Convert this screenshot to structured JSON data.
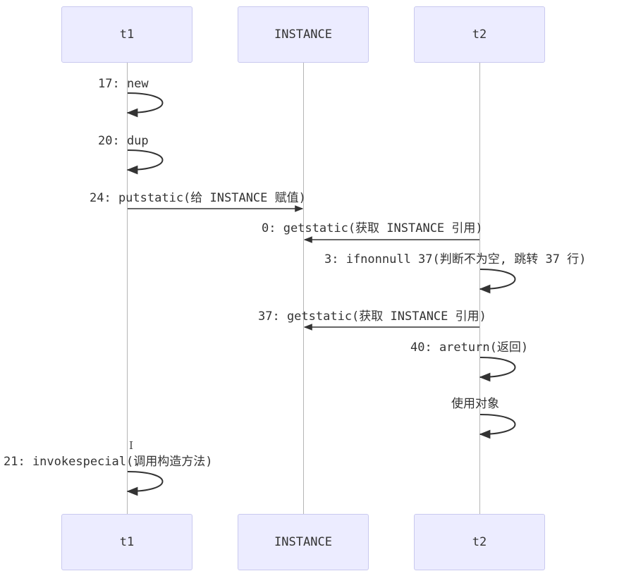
{
  "participants": {
    "t1": "t1",
    "instance": "INSTANCE",
    "t2": "t2"
  },
  "messages": [
    "17: new",
    "20: dup",
    "24: putstatic(给 INSTANCE 赋值)",
    "0: getstatic(获取 INSTANCE 引用)",
    "3: ifnonnull 37(判断不为空, 跳转 37 行)",
    "37: getstatic(获取 INSTANCE 引用)",
    "40: areturn(返回)",
    "使用对象",
    "21: invokespecial(调用构造方法)"
  ]
}
